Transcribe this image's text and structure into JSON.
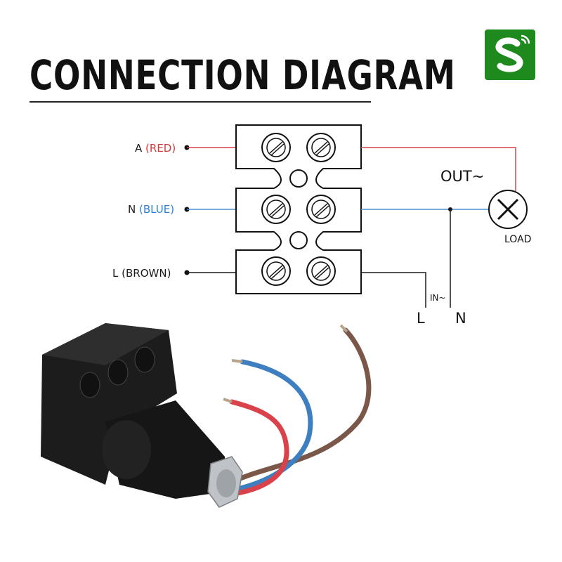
{
  "title": "CONNECTION DIAGRAM",
  "logo_icon": "green-s-logo-icon",
  "colors": {
    "red_wire": "#d9424a",
    "blue_wire": "#4a8fd6",
    "black_wire": "#1a1a1a",
    "logo_green": "#1e8a1e"
  },
  "inputs": [
    {
      "letter": "A",
      "color": "RED"
    },
    {
      "letter": "N",
      "color": "BLUE"
    },
    {
      "letter": "L",
      "color": "BROWN"
    }
  ],
  "out_label": "OUT~",
  "load_label": "LOAD",
  "in_label": "IN~",
  "supply_l": "L",
  "supply_n": "N"
}
